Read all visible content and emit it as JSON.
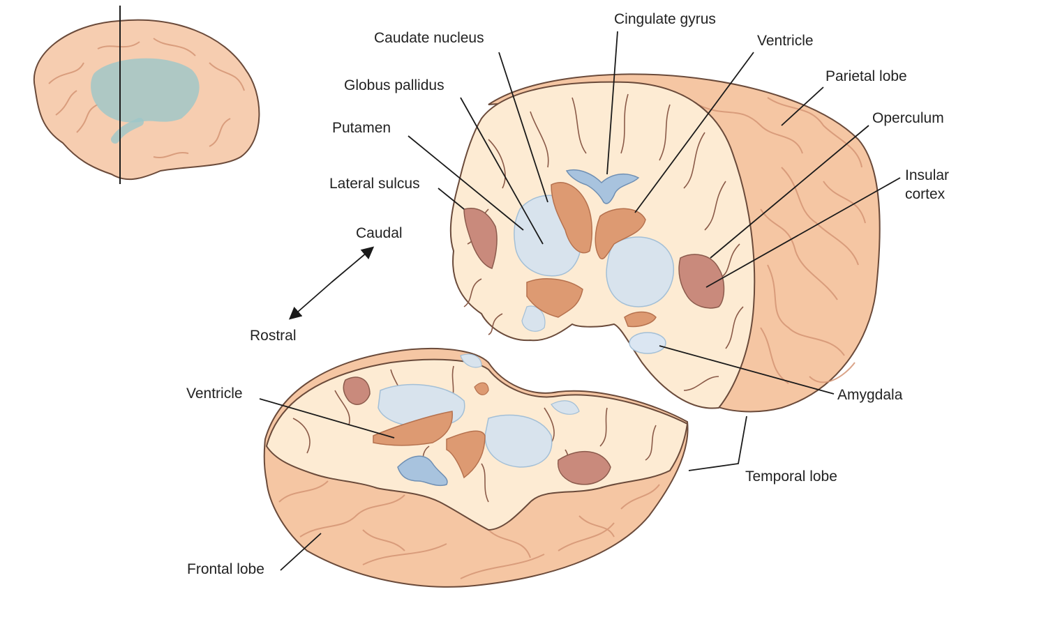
{
  "labels": {
    "caudate_nucleus": "Caudate nucleus",
    "cingulate_gyrus": "Cingulate gyrus",
    "ventricle_upper": "Ventricle",
    "parietal_lobe": "Parietal lobe",
    "globus_pallidus": "Globus pallidus",
    "operculum": "Operculum",
    "putamen": "Putamen",
    "insular_cortex_line1": "Insular",
    "insular_cortex_line2": "cortex",
    "lateral_sulcus": "Lateral sulcus",
    "caudal": "Caudal",
    "rostral": "Rostral",
    "amygdala": "Amygdala",
    "ventricle_lower": "Ventricle",
    "temporal_lobe": "Temporal lobe",
    "frontal_lobe": "Frontal lobe"
  },
  "colors": {
    "brain_surface": "#f5c9a8",
    "cut_surface": "#fdecd6",
    "ventricle": "#a9c4de",
    "basal_ganglia": "#d9e4ee",
    "gray_matter_dark": "#d9916b",
    "insula": "#c98a7c",
    "inset_ventricle": "#9cc7c9"
  }
}
